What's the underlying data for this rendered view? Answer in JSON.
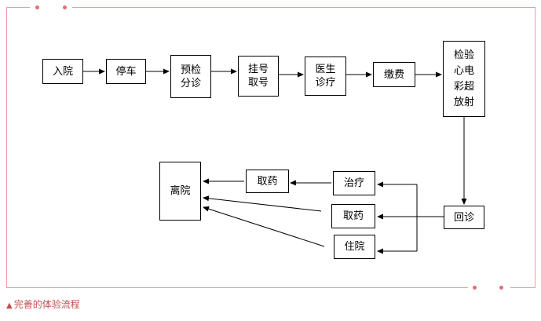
{
  "flow": {
    "enter": "入院",
    "parking": "停车",
    "pre_check": "预检\n分诊",
    "register": "挂号\n取号",
    "doctor": "医生\n诊疗",
    "payment": "缴费",
    "exams": "检验\n心电\n彩超\n放射",
    "revisit": "回诊",
    "treatment": "治疗",
    "pharmacy_right": "取药",
    "hospitalize": "住院",
    "pharmacy_left": "取药",
    "leave": "离院"
  },
  "caption": {
    "marker": "▲",
    "text": "完善的体验流程"
  },
  "colors": {
    "frame": "#e8a0a0",
    "dots": "#e07070",
    "caption": "#c0504d"
  }
}
